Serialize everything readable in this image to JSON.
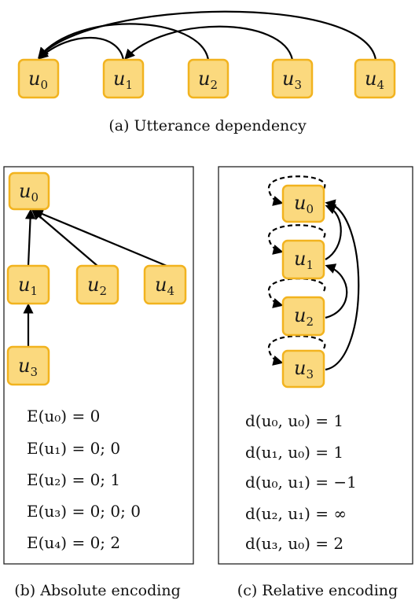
{
  "nodes": {
    "u0": {
      "base": "u",
      "sub": "0"
    },
    "u1": {
      "base": "u",
      "sub": "1"
    },
    "u2": {
      "base": "u",
      "sub": "2"
    },
    "u3": {
      "base": "u",
      "sub": "3"
    },
    "u4": {
      "base": "u",
      "sub": "4"
    }
  },
  "captions": {
    "a": "(a)  Utterance dependency",
    "b": "(b)  Absolute encoding",
    "c": "(c)  Relative encoding"
  },
  "absolute_encoding": [
    "E(u₀) = 0",
    "E(u₁) = 0; 0",
    "E(u₂) = 0; 1",
    "E(u₃) = 0; 0; 0",
    "E(u₄) = 0; 2"
  ],
  "relative_encoding": [
    "d(u₀, u₀) = 1",
    "d(u₁, u₀) = 1",
    "d(u₀, u₁) = −1",
    "d(u₂, u₁) = ∞",
    "d(u₃, u₀) = 2"
  ],
  "colors": {
    "node_fill": "#fbd97e",
    "node_stroke": "#f2b31f"
  }
}
